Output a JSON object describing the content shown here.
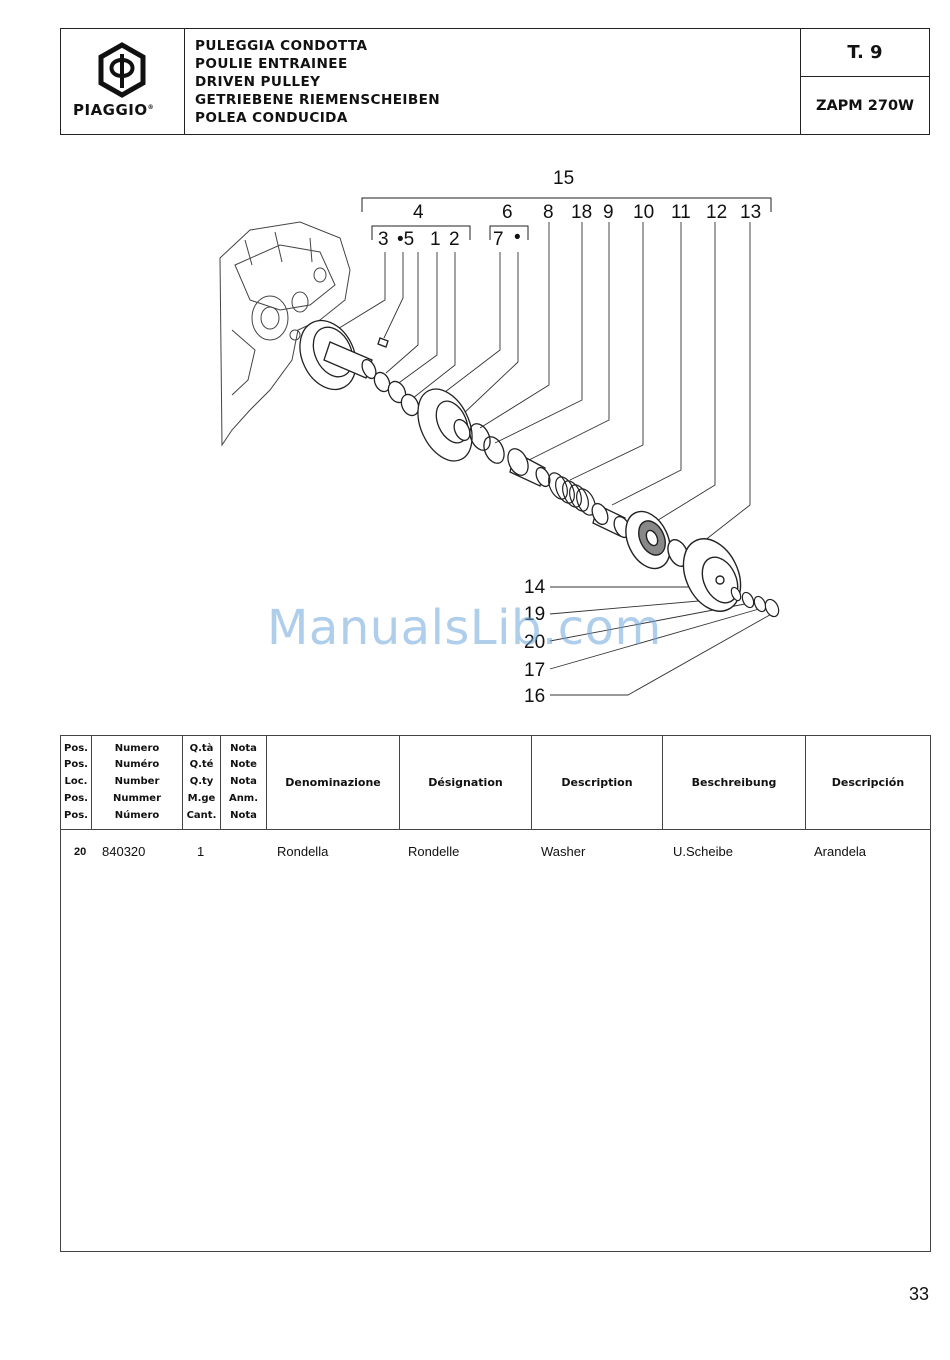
{
  "header": {
    "brand": "PIAGGIO",
    "titles": [
      "PULEGGIA CONDOTTA",
      "POULIE ENTRAINEE",
      "DRIVEN PULLEY",
      "GETRIEBENE RIEMENSCHEIBEN",
      "POLEA CONDUCIDA"
    ],
    "table_ref": "T. 9",
    "model": "ZAPM 270W"
  },
  "diagram": {
    "callouts": [
      "15",
      "4",
      "6",
      "8",
      "18",
      "9",
      "10",
      "11",
      "12",
      "13",
      "3",
      "•5",
      "1",
      "2",
      "7",
      "•",
      "14",
      "19",
      "20",
      "17",
      "16"
    ]
  },
  "watermark": "ManualsLib.com",
  "table": {
    "headers": {
      "pos": [
        "Pos.",
        "Pos.",
        "Loc.",
        "Pos.",
        "Pos."
      ],
      "number": [
        "Numero",
        "Numéro",
        "Number",
        "Nummer",
        "Número"
      ],
      "qty": [
        "Q.tà",
        "Q.té",
        "Q.ty",
        "M.ge",
        "Cant."
      ],
      "note": [
        "Nota",
        "Note",
        "Nota",
        "Anm.",
        "Nota"
      ],
      "denominazione": "Denominazione",
      "designation": "Désignation",
      "description": "Description",
      "beschreibung": "Beschreibung",
      "descripcion": "Descripción"
    },
    "rows": [
      {
        "pos": "20",
        "number": "840320",
        "qty": "1",
        "note": "",
        "it": "Rondella",
        "fr": "Rondelle",
        "en": "Washer",
        "de": "U.Scheibe",
        "es": "Arandela"
      }
    ]
  },
  "page_number": "33"
}
